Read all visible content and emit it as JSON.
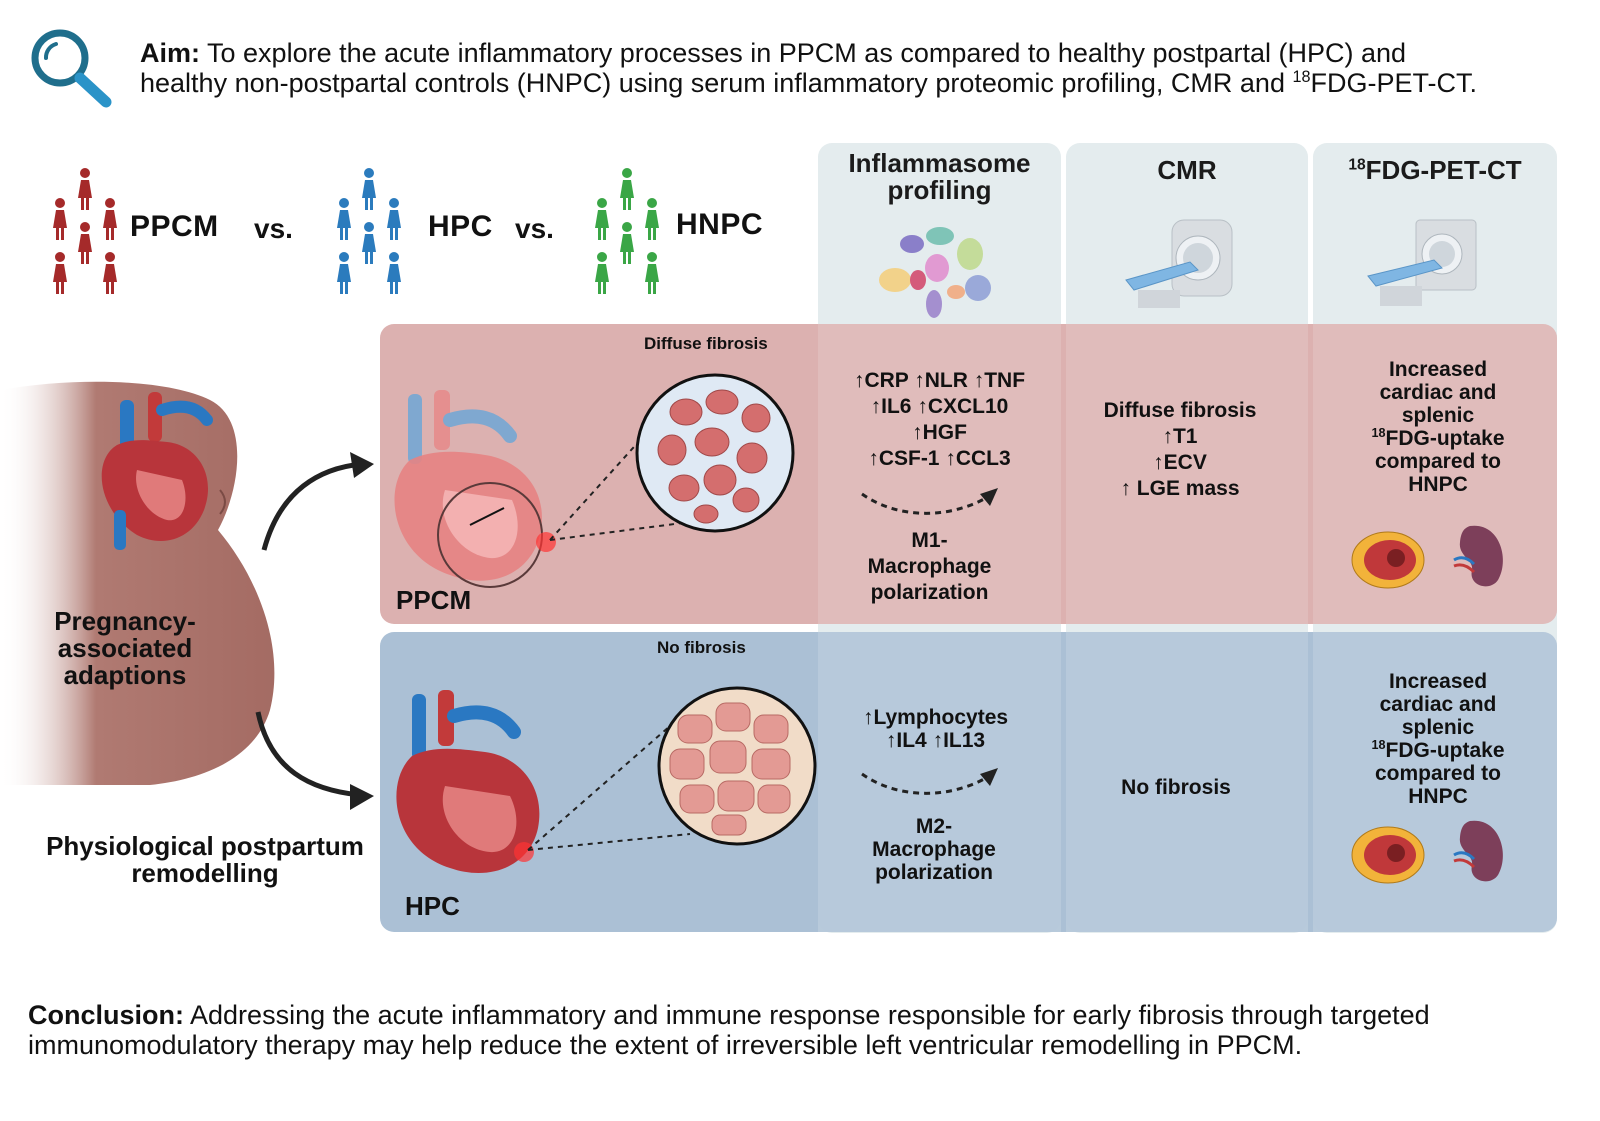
{
  "aim": {
    "label": "Aim:",
    "text_line1": "To explore the acute inflammatory processes in PPCM as compared to healthy postpartal (HPC) and",
    "text_line2_pre": "healthy non-postpartal controls (HNPC) using serum inflammatory proteomic profiling, CMR and ",
    "text_line2_sup": "18",
    "text_line2_post": "FDG-PET-CT."
  },
  "groups": {
    "ppcm": "PPCM",
    "vs1": "vs.",
    "hpc": "HPC",
    "vs2": "vs.",
    "hnpc": "HNPC"
  },
  "columns": {
    "inflammasome_line1": "Inflammasome",
    "inflammasome_line2": "profiling",
    "cmr": "CMR",
    "pet_sup": "18",
    "pet": "FDG-PET-CT"
  },
  "ppcm_row": {
    "fibrosis_label": "Diffuse fibrosis",
    "row_label": "PPCM",
    "inflammasome_lines": [
      "↑CRP ↑NLR ↑TNF",
      "↑IL6 ↑CXCL10",
      "↑HGF",
      "↑CSF-1 ↑CCL3"
    ],
    "polarization_lines": [
      "M1-",
      "Macrophage",
      "polarization"
    ],
    "cmr_lines": [
      "Diffuse fibrosis",
      "↑T1",
      "↑ECV",
      "↑ LGE mass"
    ],
    "pet_lines_a": [
      "Increased",
      "cardiac and",
      "splenic"
    ],
    "pet_sup": "18",
    "pet_line_uptake": "FDG-uptake",
    "pet_lines_b": [
      "compared to",
      "HNPC"
    ]
  },
  "hpc_row": {
    "fibrosis_label": "No fibrosis",
    "row_label": "HPC",
    "inflammasome_lines": [
      "↑Lymphocytes",
      "↑IL4 ↑IL13"
    ],
    "polarization_lines": [
      "M2-",
      "Macrophage",
      "polarization"
    ],
    "cmr_text": "No fibrosis",
    "pet_lines_a": [
      "Increased",
      "cardiac and",
      "splenic"
    ],
    "pet_sup": "18",
    "pet_line_uptake": "FDG-uptake",
    "pet_lines_b": [
      "compared to",
      "HNPC"
    ]
  },
  "side": {
    "pregnancy_lines": [
      "Pregnancy-",
      "associated",
      "adaptions"
    ],
    "postpartum_lines": [
      "Physiological postpartum",
      "remodelling"
    ]
  },
  "conclusion": {
    "label": "Conclusion:",
    "line1": "Addressing the acute inflammatory and immune response responsible for early fibrosis through targeted",
    "line2": "immunomodulatory therapy may help reduce the extent of irreversible left ventricular remodelling in PPCM."
  },
  "colors": {
    "ppcm_red": "#a52a2a",
    "hpc_blue": "#2b7bbd",
    "hnpc_green": "#3aa646",
    "ppcm_panel": "#dcaaa9",
    "hpc_panel": "#a6bfd6",
    "column_bg": "#e6eef0",
    "search_icon": "#1f6e8c"
  },
  "icons": [
    "search-icon",
    "people-icon",
    "heart-illustration",
    "mri-scanner-icon",
    "pet-scanner-icon",
    "spleen-icon",
    "heart-section-icon",
    "proteins-icon"
  ]
}
